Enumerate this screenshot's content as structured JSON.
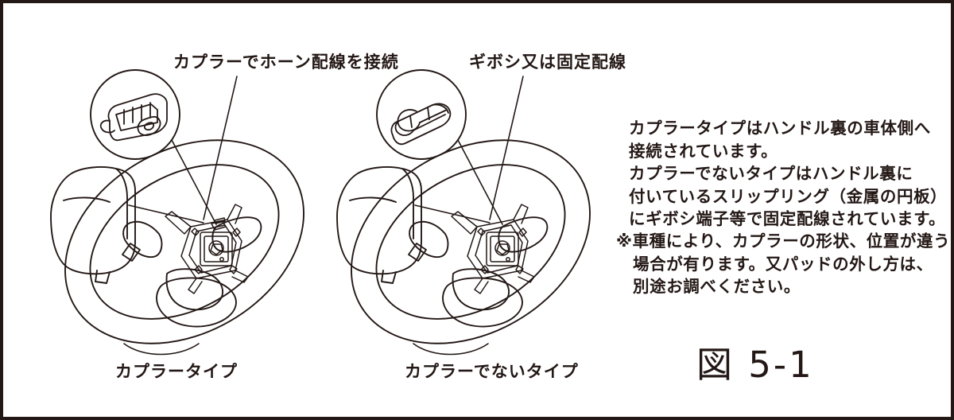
{
  "page": {
    "background_color": "#ffffff",
    "border_color": "#231815",
    "line_color": "#231815"
  },
  "figure": {
    "number_label": "図 5-1"
  },
  "diagrams": [
    {
      "id": "coupler-type",
      "callout_label": "カプラーでホーン配線を接続",
      "caption": "カプラータイプ",
      "detail_icon": "connector-coupler-icon"
    },
    {
      "id": "non-coupler-type",
      "callout_label": "ギボシ又は固定配線",
      "caption": "カプラーでないタイプ",
      "detail_icon": "bullet-terminal-icon"
    }
  ],
  "description": {
    "lines": [
      "カプラータイプはハンドル裏の車体側へ",
      "接続されています。",
      "カプラーでないタイプはハンドル裏に",
      "付いているスリップリング（金属の円板）",
      "にギボシ端子等で固定配線されています。"
    ]
  },
  "note": {
    "lines": [
      "※車種により、カプラーの形状、位置が違う",
      "場合が有ります。又パッドの外し方は、",
      "別途お調べください。"
    ]
  }
}
